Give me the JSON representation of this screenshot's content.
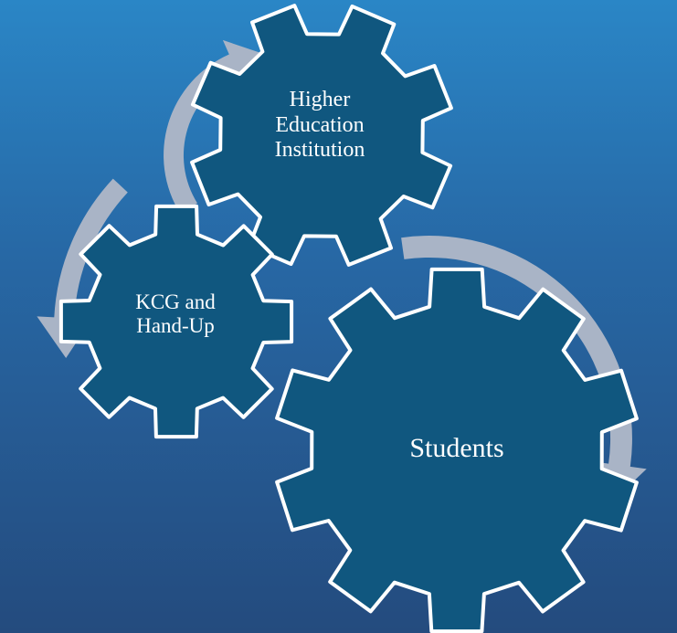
{
  "diagram": {
    "type": "interlocking-gears-cycle",
    "gears": [
      {
        "id": "hei",
        "label": "Higher\nEducation\nInstitution",
        "icon": "gear-icon"
      },
      {
        "id": "kcg",
        "label": "KCG and\nHand-Up",
        "icon": "gear-icon"
      },
      {
        "id": "students",
        "label": "Students",
        "icon": "gear-icon"
      }
    ],
    "arrows": [
      "circular-arrow-icon",
      "circular-arrow-icon",
      "circular-arrow-icon"
    ]
  },
  "colors": {
    "background_top": "#2a86c6",
    "background_bottom": "#244b7e",
    "gear_fill": "#10577f",
    "gear_stroke": "#ffffff",
    "arrow_fill": "#a9b4c6",
    "text": "#ffffff"
  }
}
